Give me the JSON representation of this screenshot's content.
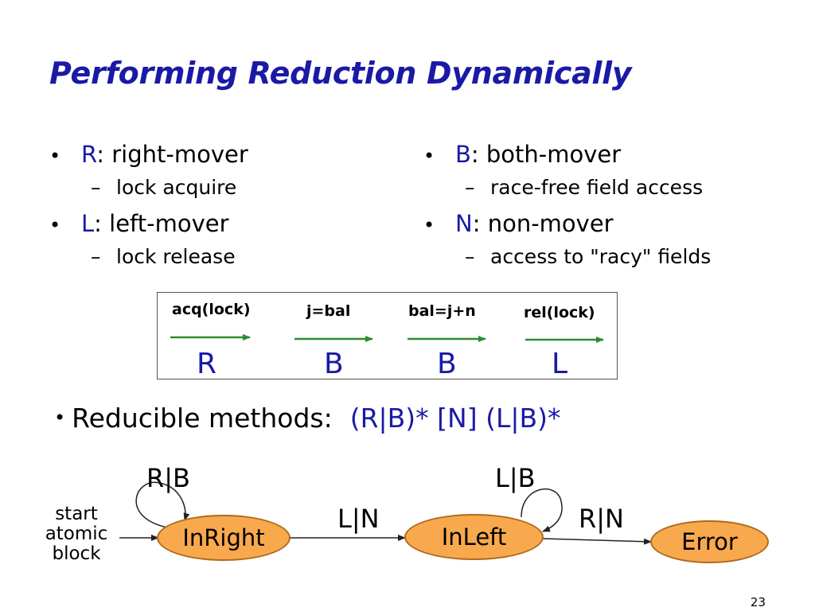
{
  "slide": {
    "title": "Performing Reduction Dynamically",
    "page_number": "23"
  },
  "bullets_left": [
    {
      "key": "R",
      "label": ": right-mover",
      "sub": "lock acquire"
    },
    {
      "key": "L",
      "label": ": left-mover",
      "sub": "lock release"
    }
  ],
  "bullets_right": [
    {
      "key": "B",
      "label": ": both-mover",
      "sub": "race-free field access"
    },
    {
      "key": "N",
      "label": ": non-mover",
      "sub": "access to \"racy\" fields"
    }
  ],
  "bullet_glyph": "•",
  "dash_glyph": "–",
  "sequence": [
    {
      "op": "acq(lock)",
      "mover": "R"
    },
    {
      "op": "j=bal",
      "mover": "B"
    },
    {
      "op": "bal=j+n",
      "mover": "B"
    },
    {
      "op": "rel(lock)",
      "mover": "L"
    }
  ],
  "reducible": {
    "label": "Reducible methods:",
    "pattern": "(R|B)* [N] (L|B)*"
  },
  "automaton": {
    "start_label": [
      "start",
      "atomic",
      "block"
    ],
    "states": [
      "InRight",
      "InLeft",
      "Error"
    ],
    "self_loop_inright": "R|B",
    "self_loop_inleft": "L|B",
    "edge_inright_inleft": "L|N",
    "edge_inleft_error": "R|N"
  },
  "colors": {
    "accent_blue": "#1a1aa6",
    "arrow_green": "#2e8b2e",
    "state_fill": "#f8a94d"
  }
}
